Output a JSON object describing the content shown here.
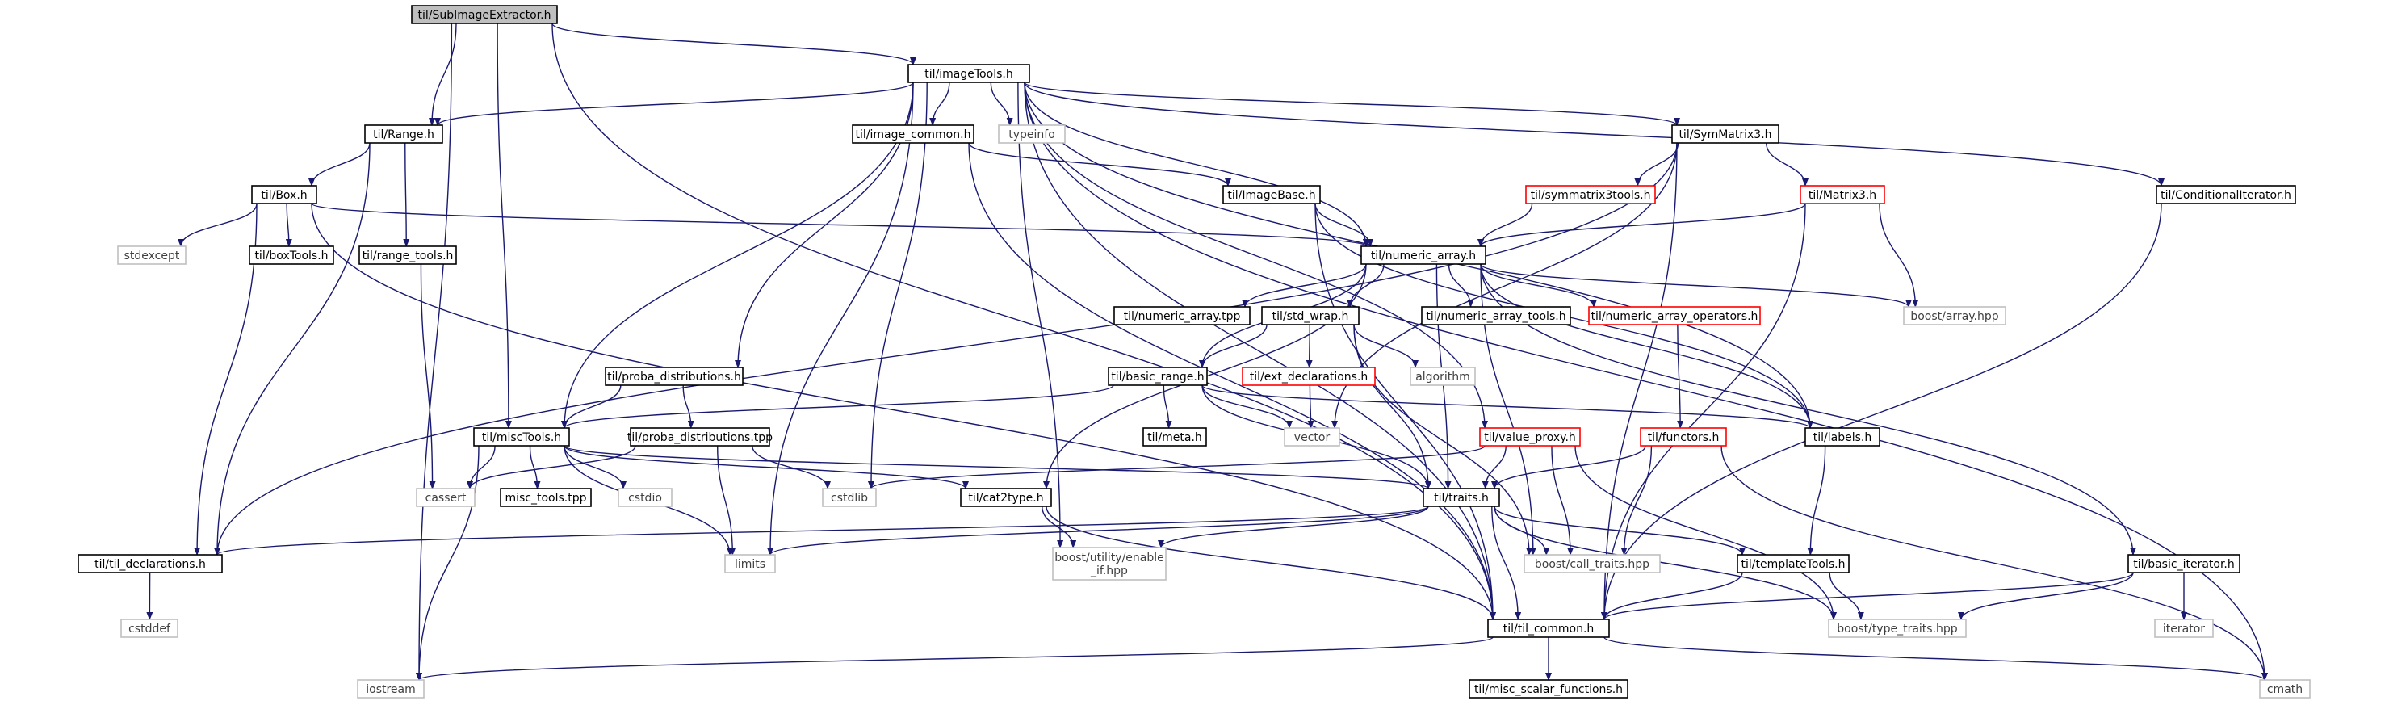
{
  "colors": {
    "edge": "#191970",
    "root_fill": "#bfbfbf",
    "documented_border": "#000000",
    "truncated_border": "#ff0000",
    "external_border": "#bfbfbf",
    "external_text": "#404040",
    "node_fill": "#ffffff"
  },
  "nodes": [
    {
      "id": "root",
      "label": "til/SubImageExtractor.h",
      "kind": "root"
    },
    {
      "id": "imageTools",
      "label": "til/imageTools.h",
      "kind": "documented"
    },
    {
      "id": "range",
      "label": "til/Range.h",
      "kind": "documented"
    },
    {
      "id": "image_common",
      "label": "til/image_common.h",
      "kind": "documented"
    },
    {
      "id": "typeinfo",
      "label": "typeinfo",
      "kind": "external"
    },
    {
      "id": "symmatrix3",
      "label": "til/SymMatrix3.h",
      "kind": "documented"
    },
    {
      "id": "conditionalIterator",
      "label": "til/ConditionalIterator.h",
      "kind": "documented"
    },
    {
      "id": "box",
      "label": "til/Box.h",
      "kind": "documented"
    },
    {
      "id": "imageBase",
      "label": "til/ImageBase.h",
      "kind": "documented"
    },
    {
      "id": "symmatrix3tools",
      "label": "til/symmatrix3tools.h",
      "kind": "truncated"
    },
    {
      "id": "matrix3",
      "label": "til/Matrix3.h",
      "kind": "truncated"
    },
    {
      "id": "stdexcept",
      "label": "stdexcept",
      "kind": "external"
    },
    {
      "id": "boxTools",
      "label": "til/boxTools.h",
      "kind": "documented"
    },
    {
      "id": "range_tools",
      "label": "til/range_tools.h",
      "kind": "documented"
    },
    {
      "id": "numeric_array",
      "label": "til/numeric_array.h",
      "kind": "documented"
    },
    {
      "id": "numeric_array_tpp",
      "label": "til/numeric_array.tpp",
      "kind": "documented"
    },
    {
      "id": "std_wrap",
      "label": "til/std_wrap.h",
      "kind": "documented"
    },
    {
      "id": "numeric_array_tools",
      "label": "til/numeric_array_tools.h",
      "kind": "documented"
    },
    {
      "id": "numeric_array_operators",
      "label": "til/numeric_array_operators.h",
      "kind": "truncated"
    },
    {
      "id": "boost_array",
      "label": "boost/array.hpp",
      "kind": "external"
    },
    {
      "id": "proba_distributions",
      "label": "til/proba_distributions.h",
      "kind": "documented"
    },
    {
      "id": "basic_range",
      "label": "til/basic_range.h",
      "kind": "documented"
    },
    {
      "id": "ext_declarations",
      "label": "til/ext_declarations.h",
      "kind": "truncated"
    },
    {
      "id": "algorithm",
      "label": "algorithm",
      "kind": "external"
    },
    {
      "id": "miscTools",
      "label": "til/miscTools.h",
      "kind": "documented"
    },
    {
      "id": "proba_distributions_tpp",
      "label": "til/proba_distributions.tpp",
      "kind": "documented"
    },
    {
      "id": "meta",
      "label": "til/meta.h",
      "kind": "documented"
    },
    {
      "id": "vector",
      "label": "vector",
      "kind": "external"
    },
    {
      "id": "value_proxy",
      "label": "til/value_proxy.h",
      "kind": "truncated"
    },
    {
      "id": "functors",
      "label": "til/functors.h",
      "kind": "truncated"
    },
    {
      "id": "labels",
      "label": "til/labels.h",
      "kind": "documented"
    },
    {
      "id": "cassert",
      "label": "cassert",
      "kind": "external"
    },
    {
      "id": "misc_tools_tpp",
      "label": "misc_tools.tpp",
      "kind": "documented"
    },
    {
      "id": "cstdio",
      "label": "cstdio",
      "kind": "external"
    },
    {
      "id": "cstdlib",
      "label": "cstdlib",
      "kind": "external"
    },
    {
      "id": "cat2type",
      "label": "til/cat2type.h",
      "kind": "documented"
    },
    {
      "id": "traits",
      "label": "til/traits.h",
      "kind": "documented"
    },
    {
      "id": "til_declarations",
      "label": "til/til_declarations.h",
      "kind": "documented"
    },
    {
      "id": "limits",
      "label": "limits",
      "kind": "external"
    },
    {
      "id": "enable_if",
      "label": "boost/utility/enable\n_if.hpp",
      "kind": "external"
    },
    {
      "id": "call_traits",
      "label": "boost/call_traits.hpp",
      "kind": "external"
    },
    {
      "id": "templateTools",
      "label": "til/templateTools.h",
      "kind": "documented"
    },
    {
      "id": "basic_iterator",
      "label": "til/basic_iterator.h",
      "kind": "documented"
    },
    {
      "id": "cstddef",
      "label": "cstddef",
      "kind": "external"
    },
    {
      "id": "til_common",
      "label": "til/til_common.h",
      "kind": "documented"
    },
    {
      "id": "type_traits",
      "label": "boost/type_traits.hpp",
      "kind": "external"
    },
    {
      "id": "iterator",
      "label": "iterator",
      "kind": "external"
    },
    {
      "id": "iostream",
      "label": "iostream",
      "kind": "external"
    },
    {
      "id": "misc_scalar_functions",
      "label": "til/misc_scalar_functions.h",
      "kind": "documented"
    },
    {
      "id": "cmath",
      "label": "cmath",
      "kind": "external"
    }
  ],
  "edges": [
    [
      "root",
      "imageTools"
    ],
    [
      "root",
      "range"
    ],
    [
      "root",
      "miscTools"
    ],
    [
      "root",
      "iostream"
    ],
    [
      "root",
      "til_common"
    ],
    [
      "imageTools",
      "range"
    ],
    [
      "imageTools",
      "image_common"
    ],
    [
      "imageTools",
      "typeinfo"
    ],
    [
      "imageTools",
      "symmatrix3"
    ],
    [
      "imageTools",
      "conditionalIterator"
    ],
    [
      "imageTools",
      "numeric_array"
    ],
    [
      "imageTools",
      "proba_distributions"
    ],
    [
      "imageTools",
      "miscTools"
    ],
    [
      "imageTools",
      "cstdlib"
    ],
    [
      "imageTools",
      "limits"
    ],
    [
      "imageTools",
      "enable_if"
    ],
    [
      "imageTools",
      "til_common"
    ],
    [
      "imageTools",
      "cmath"
    ],
    [
      "imageTools",
      "labels"
    ],
    [
      "imageTools",
      "value_proxy"
    ],
    [
      "range",
      "box"
    ],
    [
      "range",
      "range_tools"
    ],
    [
      "range",
      "til_declarations"
    ],
    [
      "image_common",
      "imageBase"
    ],
    [
      "image_common",
      "til_common"
    ],
    [
      "symmatrix3",
      "symmatrix3tools"
    ],
    [
      "symmatrix3",
      "matrix3"
    ],
    [
      "symmatrix3",
      "til_declarations"
    ],
    [
      "symmatrix3",
      "til_common"
    ],
    [
      "symmatrix3",
      "vector"
    ],
    [
      "conditionalIterator",
      "til_common"
    ],
    [
      "box",
      "stdexcept"
    ],
    [
      "box",
      "boxTools"
    ],
    [
      "box",
      "numeric_array"
    ],
    [
      "box",
      "til_declarations"
    ],
    [
      "box",
      "til_common"
    ],
    [
      "imageBase",
      "numeric_array"
    ],
    [
      "imageBase",
      "labels"
    ],
    [
      "imageBase",
      "til_common"
    ],
    [
      "symmatrix3tools",
      "numeric_array"
    ],
    [
      "matrix3",
      "numeric_array"
    ],
    [
      "matrix3",
      "boost_array"
    ],
    [
      "matrix3",
      "til_common"
    ],
    [
      "range_tools",
      "cassert"
    ],
    [
      "numeric_array",
      "numeric_array_tpp"
    ],
    [
      "numeric_array",
      "std_wrap"
    ],
    [
      "numeric_array",
      "numeric_array_tools"
    ],
    [
      "numeric_array",
      "numeric_array_operators"
    ],
    [
      "numeric_array",
      "boost_array"
    ],
    [
      "numeric_array",
      "basic_range"
    ],
    [
      "numeric_array",
      "labels"
    ],
    [
      "numeric_array",
      "call_traits"
    ],
    [
      "numeric_array",
      "cat2type"
    ],
    [
      "numeric_array",
      "traits"
    ],
    [
      "numeric_array",
      "basic_iterator"
    ],
    [
      "numeric_array_operators",
      "functors"
    ],
    [
      "std_wrap",
      "basic_range"
    ],
    [
      "std_wrap",
      "ext_declarations"
    ],
    [
      "std_wrap",
      "algorithm"
    ],
    [
      "std_wrap",
      "call_traits"
    ],
    [
      "std_wrap",
      "traits"
    ],
    [
      "proba_distributions",
      "miscTools"
    ],
    [
      "proba_distributions",
      "proba_distributions_tpp"
    ],
    [
      "basic_range",
      "miscTools"
    ],
    [
      "basic_range",
      "meta"
    ],
    [
      "basic_range",
      "vector"
    ],
    [
      "basic_range",
      "labels"
    ],
    [
      "basic_range",
      "traits"
    ],
    [
      "ext_declarations",
      "vector"
    ],
    [
      "miscTools",
      "cassert"
    ],
    [
      "miscTools",
      "misc_tools_tpp"
    ],
    [
      "miscTools",
      "cstdio"
    ],
    [
      "miscTools",
      "limits"
    ],
    [
      "miscTools",
      "iostream"
    ],
    [
      "miscTools",
      "cat2type"
    ],
    [
      "miscTools",
      "traits"
    ],
    [
      "proba_distributions_tpp",
      "cassert"
    ],
    [
      "proba_distributions_tpp",
      "cstdlib"
    ],
    [
      "proba_distributions_tpp",
      "limits"
    ],
    [
      "value_proxy",
      "traits"
    ],
    [
      "value_proxy",
      "call_traits"
    ],
    [
      "value_proxy",
      "type_traits"
    ],
    [
      "value_proxy",
      "cstdlib"
    ],
    [
      "functors",
      "traits"
    ],
    [
      "functors",
      "call_traits"
    ],
    [
      "functors",
      "cmath"
    ],
    [
      "labels",
      "templateTools"
    ],
    [
      "cat2type",
      "enable_if"
    ],
    [
      "cat2type",
      "til_common"
    ],
    [
      "traits",
      "til_declarations"
    ],
    [
      "traits",
      "limits"
    ],
    [
      "traits",
      "enable_if"
    ],
    [
      "traits",
      "call_traits"
    ],
    [
      "traits",
      "templateTools"
    ],
    [
      "traits",
      "til_common"
    ],
    [
      "traits",
      "type_traits"
    ],
    [
      "til_declarations",
      "cstddef"
    ],
    [
      "templateTools",
      "til_common"
    ],
    [
      "templateTools",
      "type_traits"
    ],
    [
      "basic_iterator",
      "iterator"
    ],
    [
      "basic_iterator",
      "til_common"
    ],
    [
      "basic_iterator",
      "type_traits"
    ],
    [
      "til_common",
      "iostream"
    ],
    [
      "til_common",
      "misc_scalar_functions"
    ],
    [
      "til_common",
      "cmath"
    ]
  ]
}
